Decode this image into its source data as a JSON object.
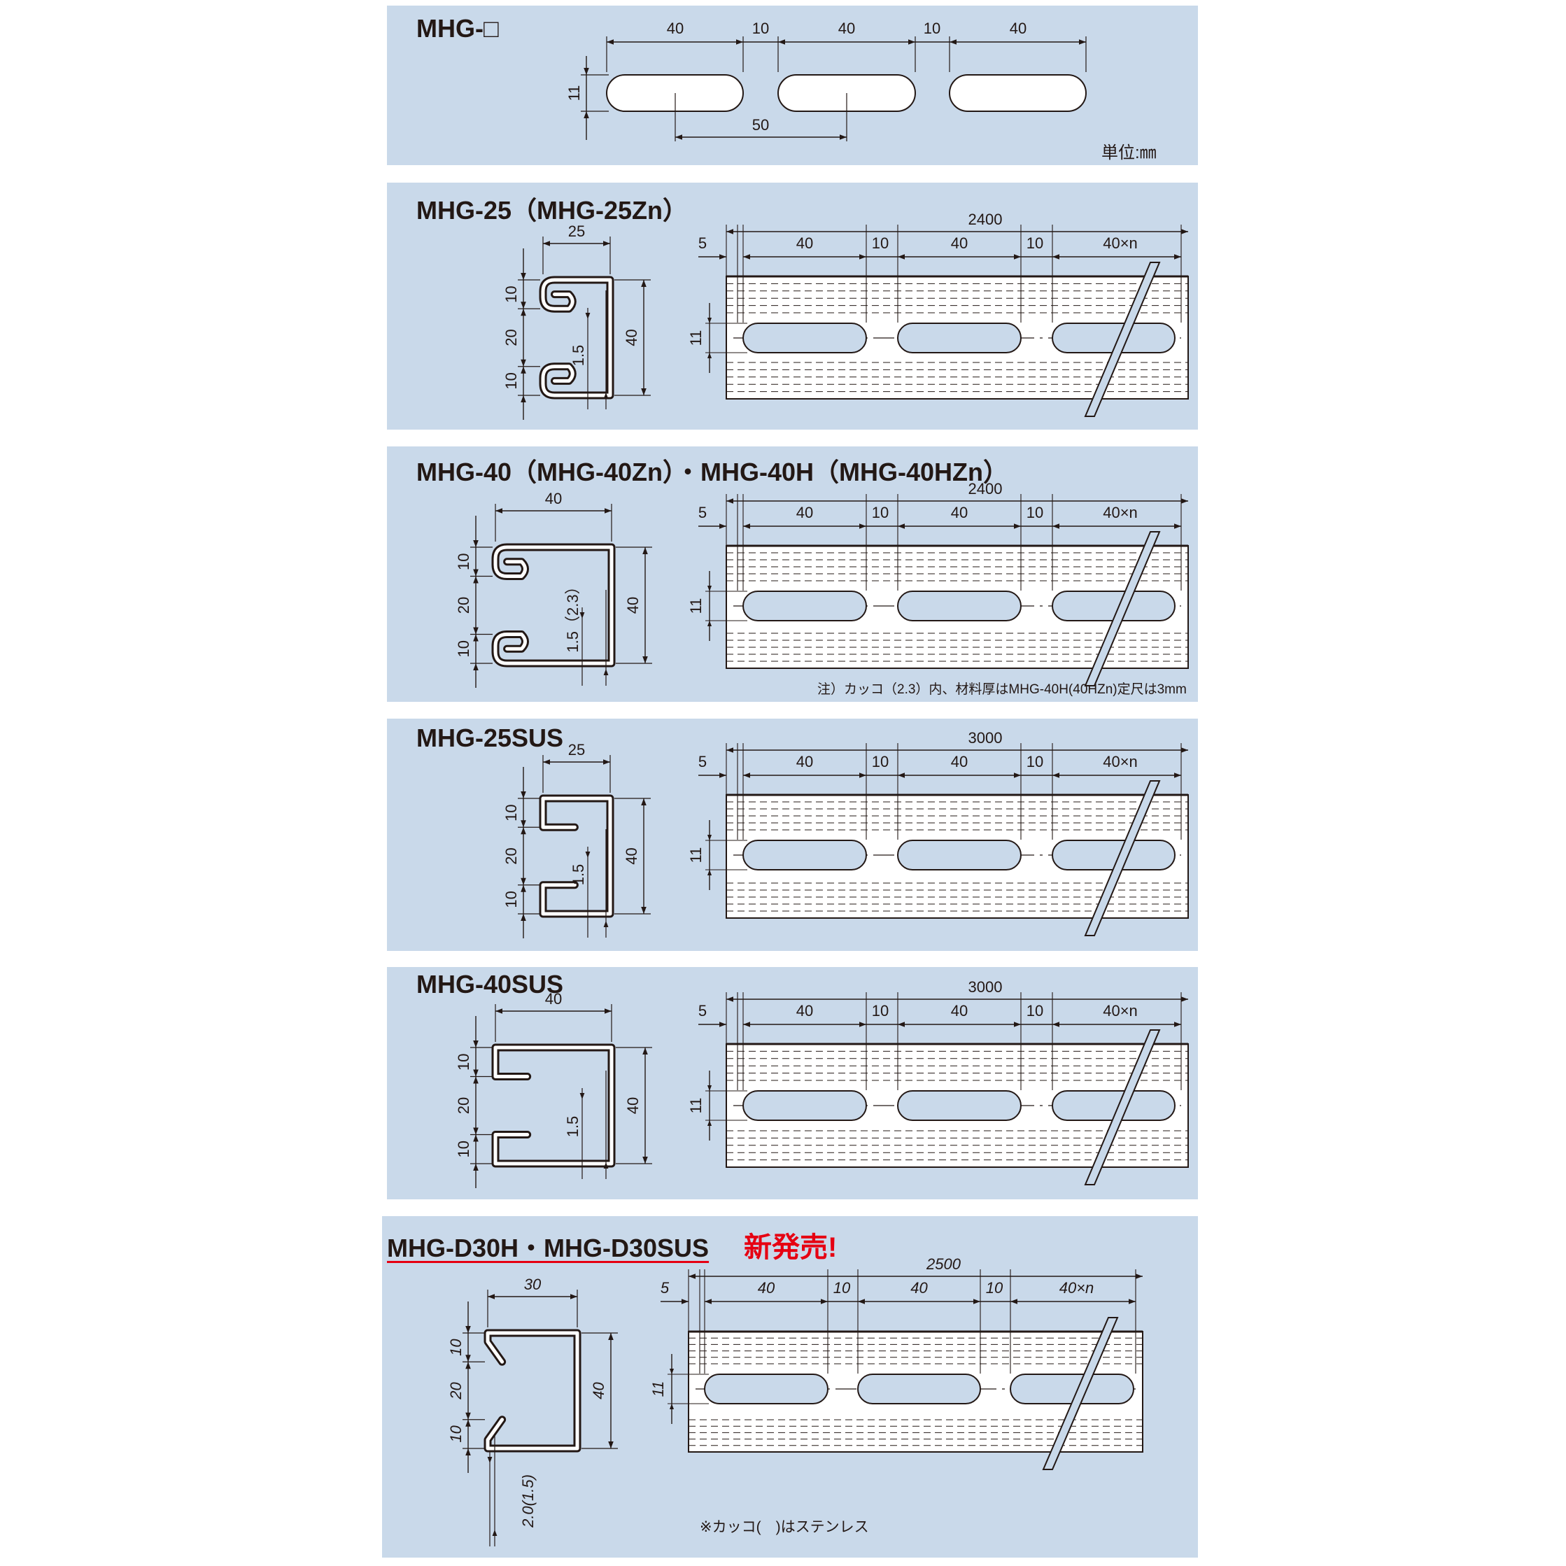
{
  "unit_label": "単位:㎜",
  "sections": [
    {
      "title": "MHG-□",
      "slot_dims": {
        "slot_width": "40",
        "gap": "10",
        "slot_height": "11",
        "pitch": "50"
      }
    },
    {
      "title": "MHG-25（MHG-25Zn）",
      "section_dims": {
        "width": "25",
        "lip_top": "10",
        "middle": "20",
        "lip_bottom": "10",
        "height": "40",
        "thickness": "1.5"
      },
      "strip_dims": {
        "length": "2400",
        "offset": "5",
        "slot": "40",
        "gap": "10",
        "last_slot": "40×n",
        "slot_height": "11"
      }
    },
    {
      "title": "MHG-40（MHG-40Zn）・MHG-40H（MHG-40HZn）",
      "section_dims": {
        "width": "40",
        "lip_top": "10",
        "middle": "20",
        "lip_bottom": "10",
        "height": "40",
        "thickness": "1.5（2.3）"
      },
      "strip_dims": {
        "length": "2400",
        "offset": "5",
        "slot": "40",
        "gap": "10",
        "last_slot": "40×n",
        "slot_height": "11"
      },
      "note": "注）カッコ（2.3）内、材料厚はMHG-40H(40HZn)定尺は3mm"
    },
    {
      "title": "MHG-25SUS",
      "section_dims": {
        "width": "25",
        "lip_top": "10",
        "middle": "20",
        "lip_bottom": "10",
        "height": "40",
        "thickness": "1.5"
      },
      "strip_dims": {
        "length": "3000",
        "offset": "5",
        "slot": "40",
        "gap": "10",
        "last_slot": "40×n",
        "slot_height": "11"
      }
    },
    {
      "title": "MHG-40SUS",
      "section_dims": {
        "width": "40",
        "lip_top": "10",
        "middle": "20",
        "lip_bottom": "10",
        "height": "40",
        "thickness": "1.5"
      },
      "strip_dims": {
        "length": "3000",
        "offset": "5",
        "slot": "40",
        "gap": "10",
        "last_slot": "40×n",
        "slot_height": "11"
      }
    },
    {
      "title": "MHG-D30H・MHG-D30SUS",
      "badge": "新発売!",
      "section_dims": {
        "width": "30",
        "lip_top": "10",
        "middle": "20",
        "lip_bottom": "10",
        "height": "40",
        "thickness": "2.0(1.5)"
      },
      "strip_dims": {
        "length": "2500",
        "offset": "5",
        "slot": "40",
        "gap": "10",
        "last_slot": "40×n",
        "slot_height": "11"
      },
      "note": "※カッコ(　)はステンレス"
    }
  ],
  "colors": {
    "panel": "#c9d9ea",
    "line": "#231815",
    "accent": "#e60012"
  }
}
